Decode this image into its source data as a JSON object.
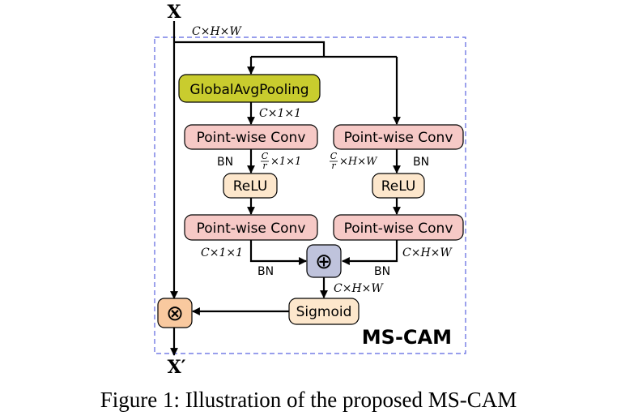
{
  "colors": {
    "global_pool_fill": "#c9cc2e",
    "pwconv_fill": "#f6c9c6",
    "relu_fill": "#fde7cc",
    "sigmoid_fill": "#fde7cc",
    "add_fill": "#bfc3dc",
    "mul_fill": "#f9c99f",
    "dashed_border": "#5b63e0"
  },
  "diagram": {
    "input_label": "X",
    "output_label": "X′",
    "module_name": "MS-CAM",
    "input_shape": "C×H×W",
    "nodes": {
      "global_pool": "GlobalAvgPooling",
      "local_pwconv1": "Point-wise Conv",
      "local_relu": "ReLU",
      "local_pwconv2": "Point-wise Conv",
      "global_pwconv1": "Point-wise Conv",
      "global_relu": "ReLU",
      "global_pwconv2": "Point-wise Conv",
      "sigmoid": "Sigmoid",
      "add_symbol": "⊕",
      "mul_symbol": "⊗"
    },
    "edge_labels": {
      "pool_out": "C×1×1",
      "bn_global_1": "BN",
      "global_reduced_num": "C",
      "global_reduced_den": "r",
      "global_reduced_rest": "×1×1",
      "local_reduced_num": "C",
      "local_reduced_den": "r",
      "local_reduced_rest": "×H×W",
      "bn_local_1": "BN",
      "global_out": "C×1×1",
      "bn_global_2": "BN",
      "local_out": "C×H×W",
      "bn_local_2": "BN",
      "add_out": "C×H×W"
    }
  },
  "caption": "Figure 1: Illustration of the proposed MS-CAM"
}
